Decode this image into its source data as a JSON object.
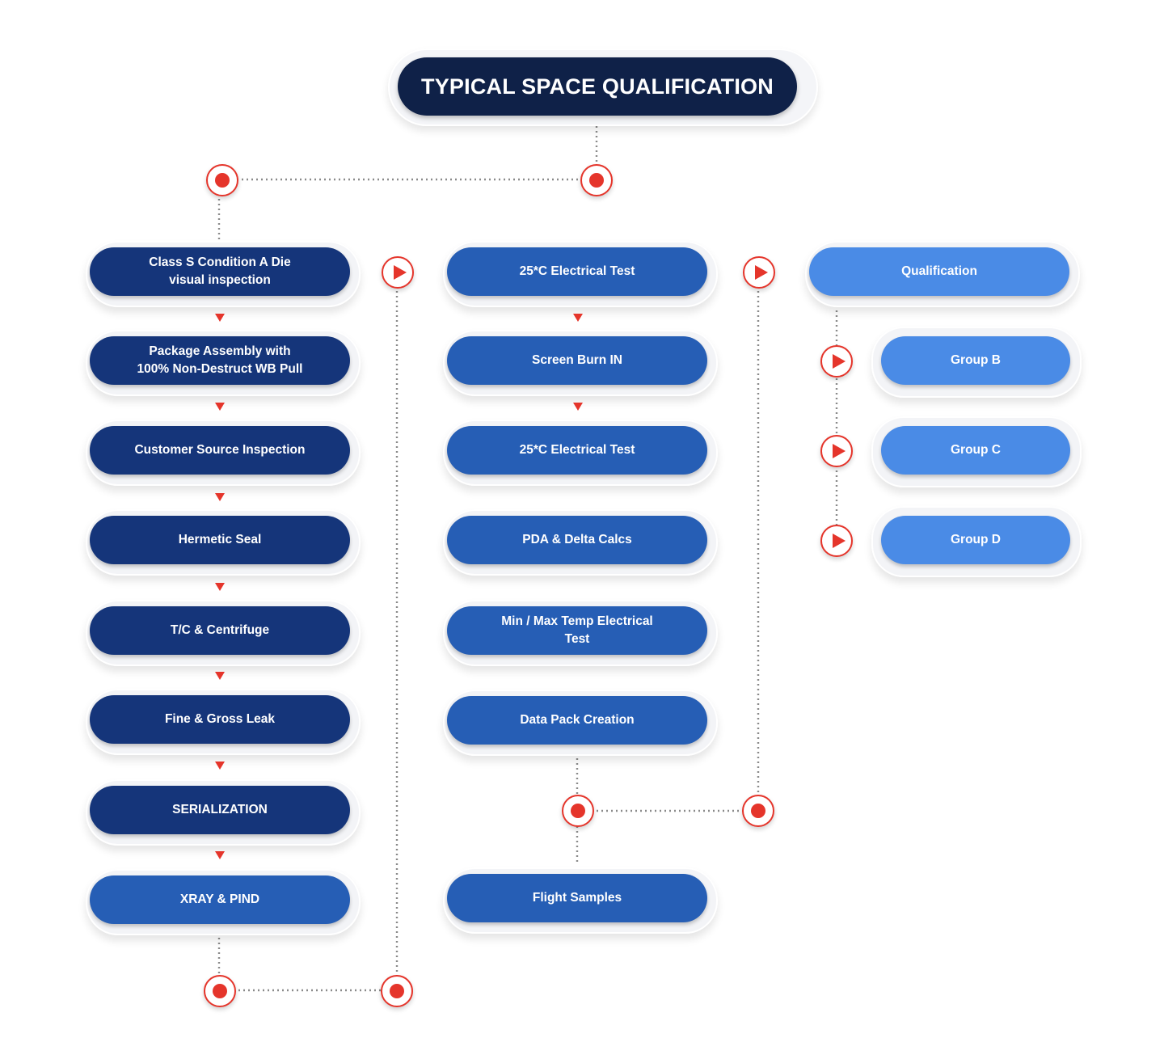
{
  "title": "TYPICAL SPACE QUALIFICATION",
  "colors": {
    "title_fill": "#0f2148",
    "dark_blue": "#15357a",
    "mid_blue": "#265eb5",
    "light_blue": "#4a8be6",
    "accent_red": "#e5352b",
    "connector": "#8a8a8a"
  },
  "left_column": [
    "Class S Condition A Die\nvisual inspection",
    "Package Assembly with\n100% Non-Destruct WB Pull",
    "Customer Source Inspection",
    "Hermetic Seal",
    "T/C & Centrifuge",
    "Fine & Gross Leak",
    "SERIALIZATION",
    "XRAY & PIND"
  ],
  "middle_column": [
    "25*C Electrical Test",
    "Screen Burn IN",
    "25*C Electrical Test",
    "PDA & Delta Calcs",
    "Min / Max Temp Electrical\nTest",
    "Data Pack Creation",
    "Flight Samples"
  ],
  "right_column": {
    "header": "Qualification",
    "groups": [
      "Group B",
      "Group C",
      "Group D"
    ]
  },
  "icons": {
    "junction": "junction-dot-icon",
    "flow": "play-arrow-icon",
    "step": "down-triangle-icon"
  }
}
